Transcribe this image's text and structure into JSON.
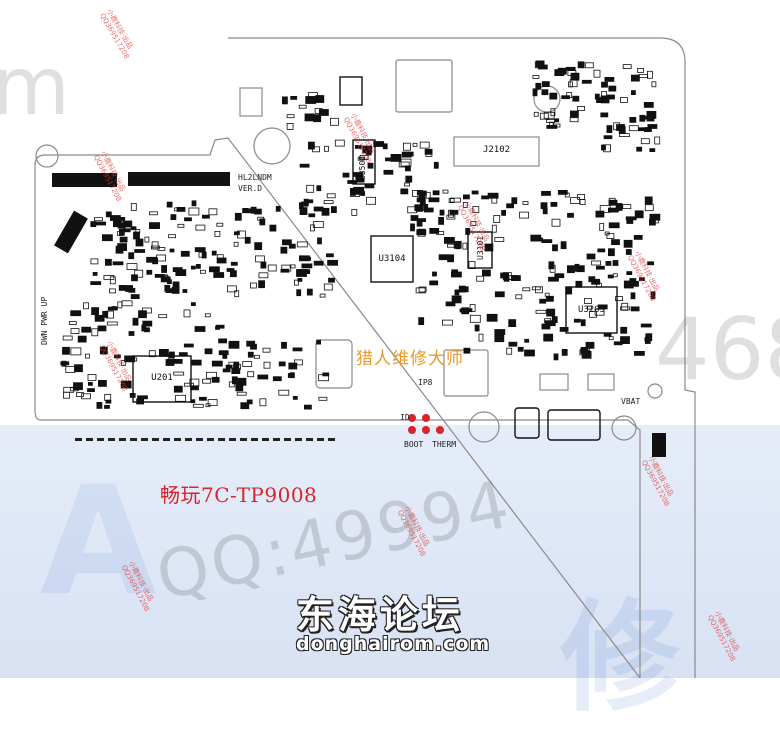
{
  "board": {
    "model_code": "HL2LNDM",
    "version": "VER.D",
    "title": "畅玩7C-TP9008",
    "side_label": "DWN PWR UP"
  },
  "chips": {
    "u201": "U201",
    "u3104": "U3104",
    "u3203": "U3203",
    "u3101": "U3101",
    "u3501": "U3501",
    "j2102": "J2102",
    "ip8": "IP8",
    "vbat": "VBAT"
  },
  "test_points": {
    "id": "ID",
    "boot": "BOOT",
    "therm": "THERM"
  },
  "watermarks": {
    "artist": "猎人维修大师",
    "qq_large": "QQ:49994",
    "big_number": "468",
    "stamp_line1": "小鹿科技·出品",
    "stamp_line2": "QQ369517208",
    "corner_letters": "m"
  },
  "site": {
    "name_cn": "东海论坛",
    "domain": "donghairom.com"
  },
  "colors": {
    "outline": "#8a8a8a",
    "component": "#111111",
    "title_red": "#d8232a",
    "test_pad_red": "#e0342c",
    "watermark_orange": "#e89a2a"
  }
}
